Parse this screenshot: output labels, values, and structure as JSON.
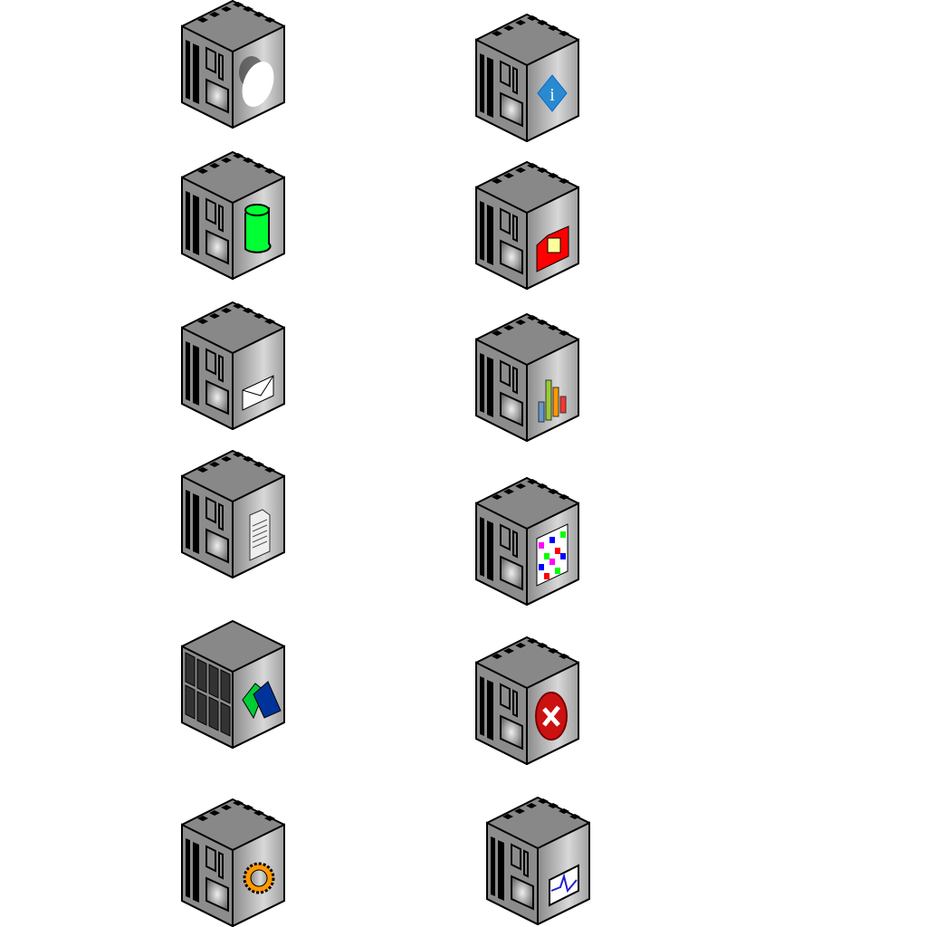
{
  "icons": [
    {
      "name": "server-webcam-icon",
      "overlay": "webcam"
    },
    {
      "name": "server-info-icon",
      "overlay": "info"
    },
    {
      "name": "server-database-icon",
      "overlay": "database",
      "color": "#00ff33"
    },
    {
      "name": "server-sim-card-icon",
      "overlay": "sim",
      "color": "#ff0000"
    },
    {
      "name": "server-mail-icon",
      "overlay": "mail"
    },
    {
      "name": "server-chart-icon",
      "overlay": "chart"
    },
    {
      "name": "server-document-icon",
      "overlay": "document"
    },
    {
      "name": "server-matrix-icon",
      "overlay": "matrix"
    },
    {
      "name": "server-rack-cards-icon",
      "overlay": "cards"
    },
    {
      "name": "server-error-icon",
      "overlay": "error",
      "color": "#cc1111"
    },
    {
      "name": "server-settings-icon",
      "overlay": "gear",
      "color": "#ff9900"
    },
    {
      "name": "server-monitor-icon",
      "overlay": "monitor"
    }
  ]
}
